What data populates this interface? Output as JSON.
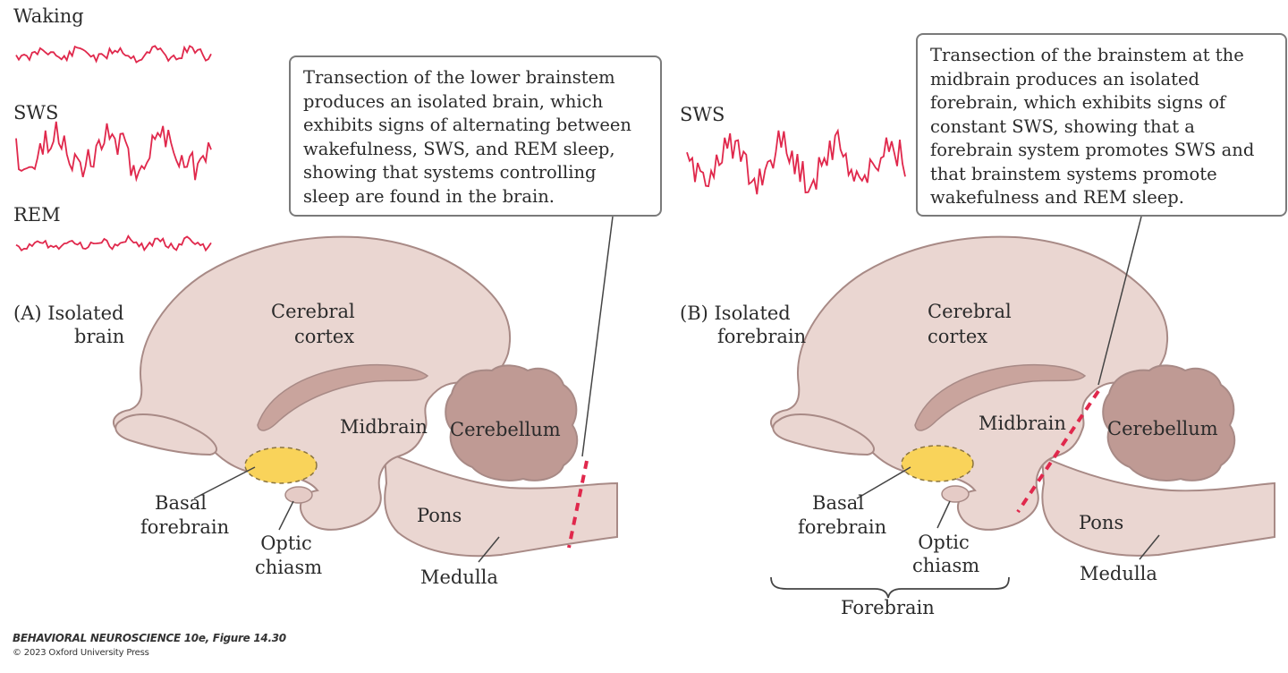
{
  "eeg_traces": {
    "waking": "Waking",
    "sws_a": "SWS",
    "rem": "REM",
    "sws_b": "SWS"
  },
  "panel_a": {
    "title_line1": "(A)  Isolated",
    "title_line2": "brain",
    "callout_lines": [
      "Transection of the lower brainstem",
      "produces an isolated brain, which",
      "exhibits signs of alternating between",
      "wakefulness, SWS, and REM sleep,",
      "showing that systems controlling",
      "sleep are found in the brain."
    ],
    "labels": {
      "cortex_1": "Cerebral",
      "cortex_2": "cortex",
      "midbrain": "Midbrain",
      "cerebellum": "Cerebellum",
      "basal_1": "Basal",
      "basal_2": "forebrain",
      "optic_1": "Optic",
      "optic_2": "chiasm",
      "pons": "Pons",
      "medulla": "Medulla"
    }
  },
  "panel_b": {
    "title_line1": "(B)  Isolated",
    "title_line2": "forebrain",
    "callout_lines": [
      "Transection of the brainstem at the",
      "midbrain produces an isolated",
      "forebrain, which exhibits signs of",
      "constant SWS, showing that a",
      "forebrain system promotes SWS and",
      "that brainstem systems promote",
      "wakefulness and REM sleep."
    ],
    "labels": {
      "cortex_1": "Cerebral",
      "cortex_2": "cortex",
      "midbrain": "Midbrain",
      "cerebellum": "Cerebellum",
      "basal_1": "Basal",
      "basal_2": "forebrain",
      "optic_1": "Optic",
      "optic_2": "chiasm",
      "pons": "Pons",
      "medulla": "Medulla",
      "forebrain": "Forebrain"
    }
  },
  "credit": {
    "line1": "BEHAVIORAL NEUROSCIENCE 10e, Figure 14.30",
    "line2": "© 2023 Oxford University Press"
  },
  "colors": {
    "tissue": "#ead6d1",
    "tissue_outline": "#a88a86",
    "cerebellum": "#bf9a94",
    "basal_forebrain": "#f9d35a",
    "eeg": "#e0284c",
    "cut_line": "#e0284c"
  }
}
